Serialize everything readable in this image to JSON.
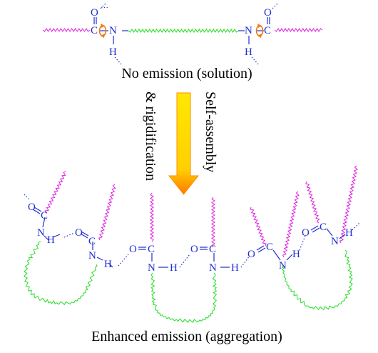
{
  "captions": {
    "top": "No emission (solution)",
    "bottom": "Enhanced emission (aggregation)"
  },
  "side_labels": {
    "right": "Self-assembly",
    "left": "& rigidification"
  },
  "atoms": {
    "oxygen": "O",
    "carbon": "C",
    "nitrogen": "N",
    "hydrogen": "H"
  },
  "colors": {
    "backbone_magenta": "#e01ee0",
    "spacer_green": "#22dd22",
    "bond_blue": "#1f2fd0",
    "rotation_arrow_orange": "#f07a10",
    "arrow_yellow": "#ffe800",
    "arrow_orange": "#ff7a00"
  }
}
